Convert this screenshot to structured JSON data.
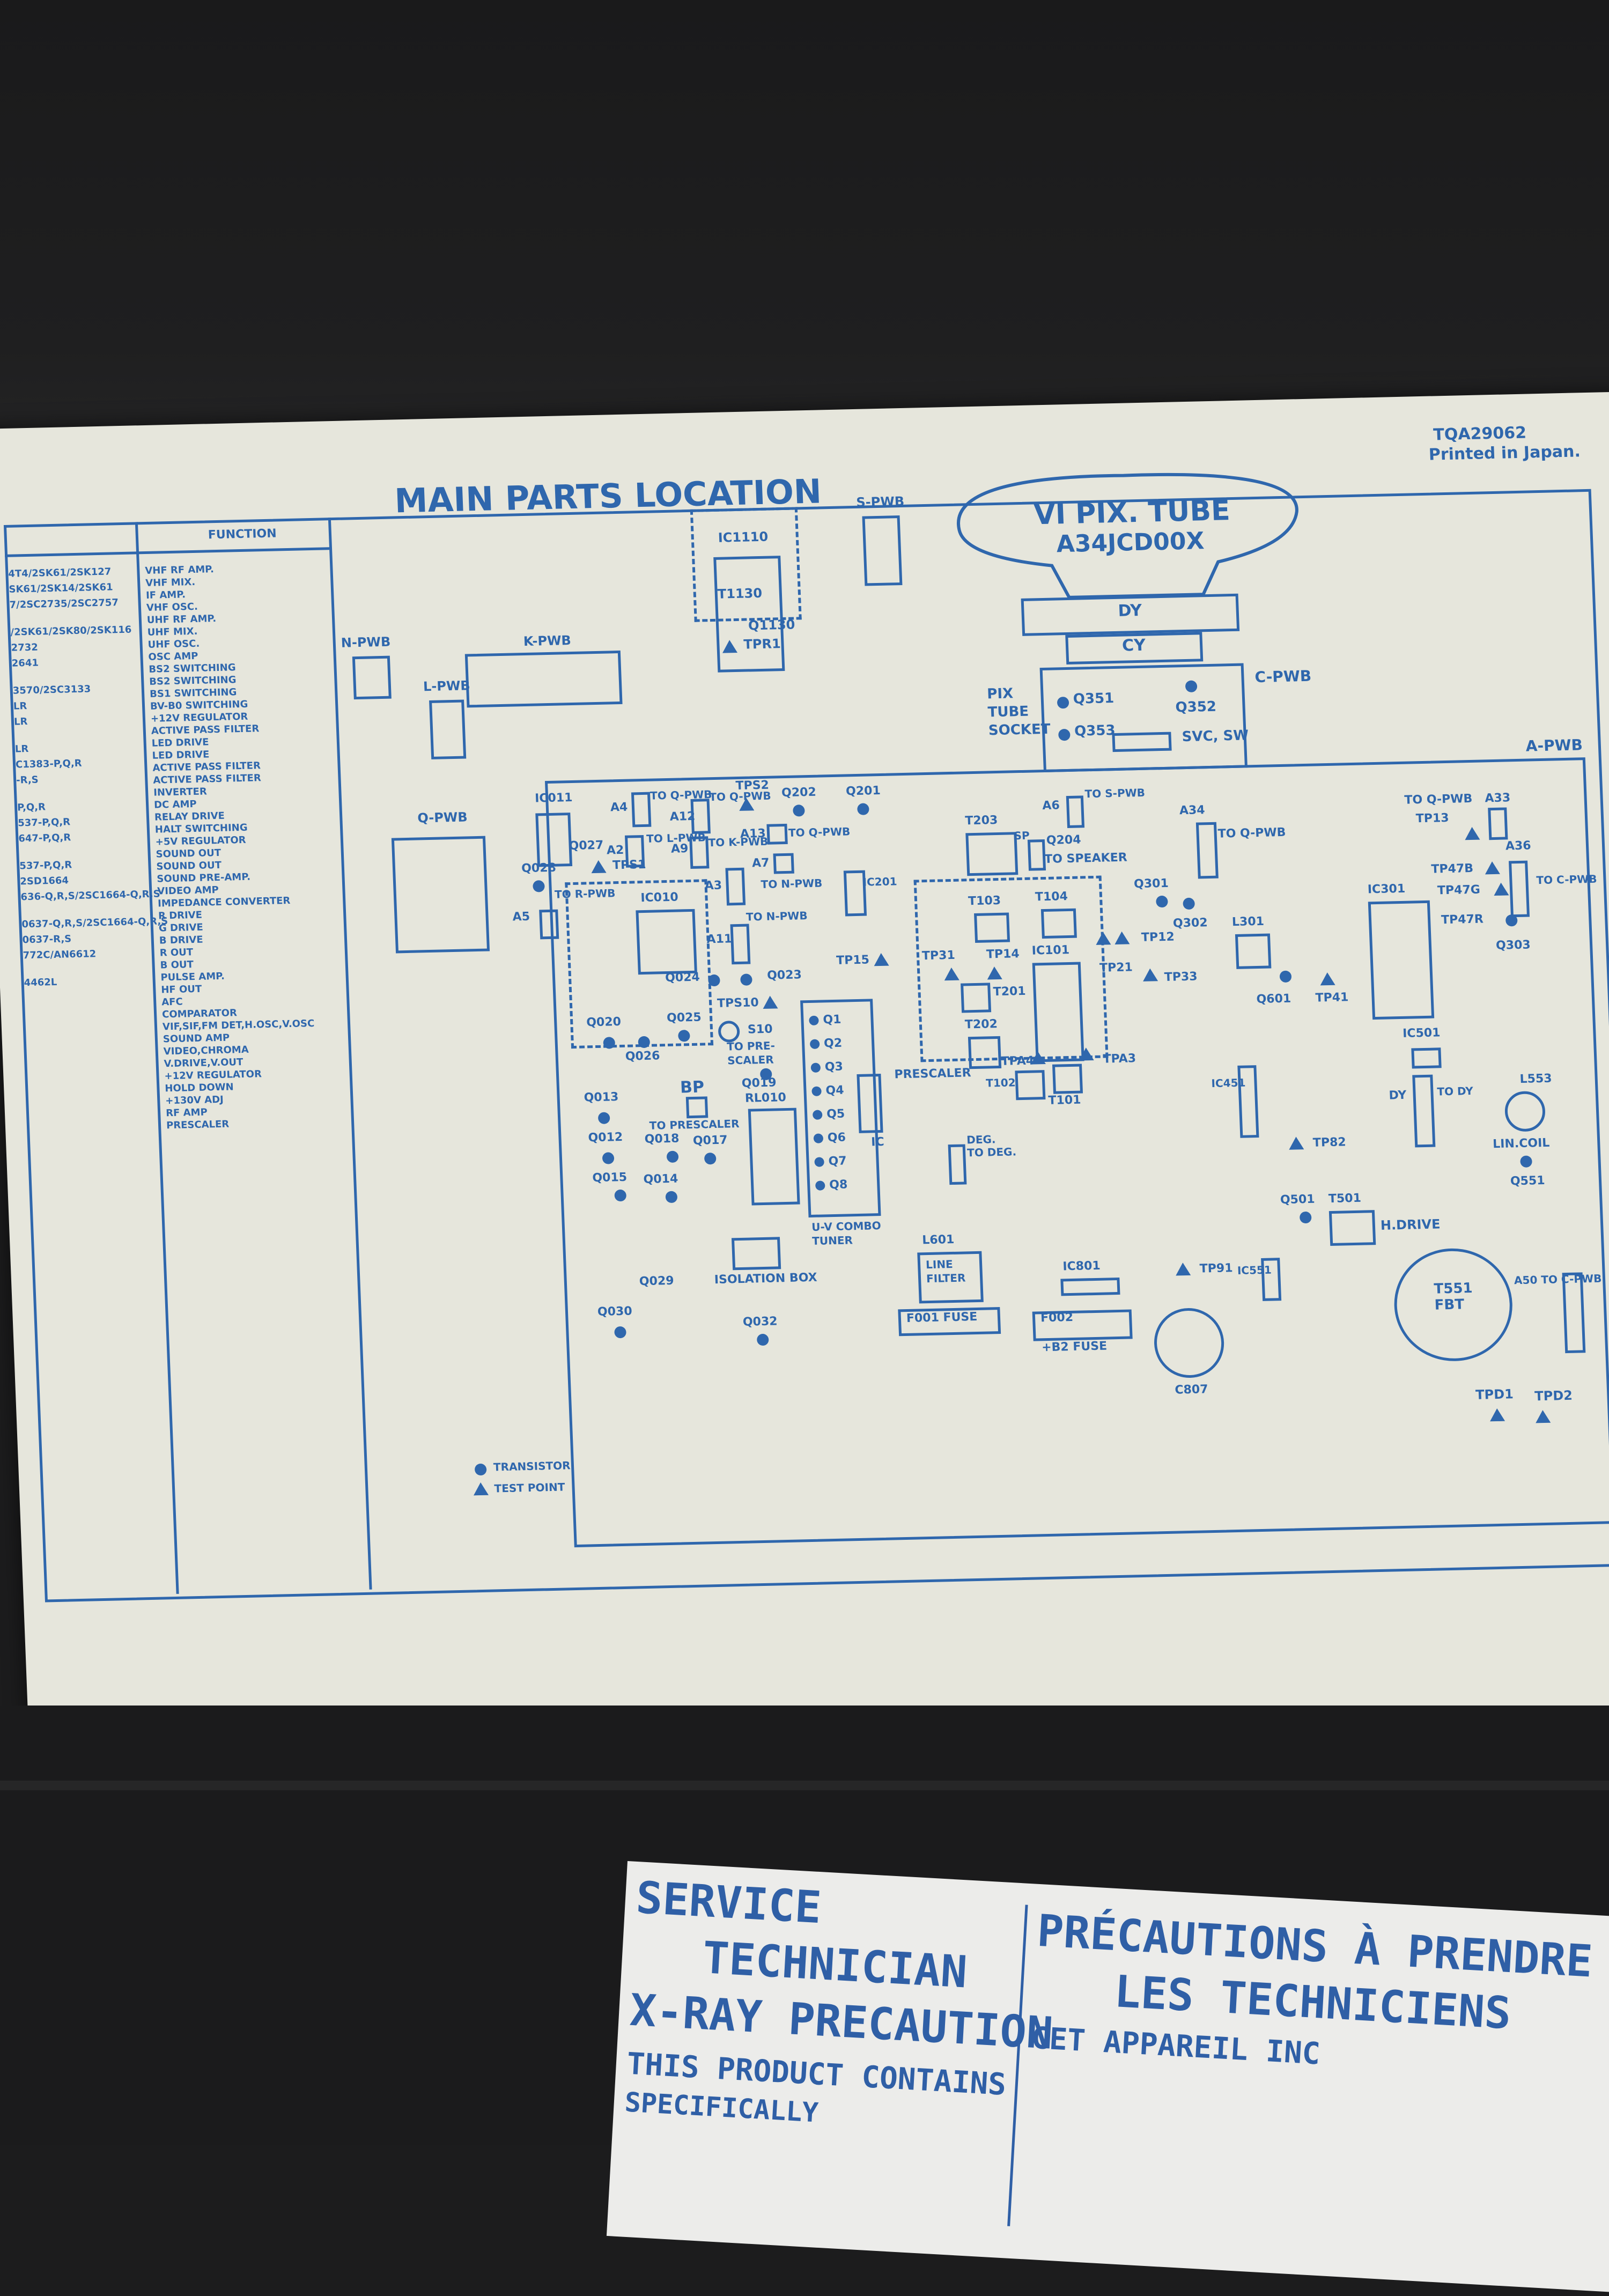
{
  "sheet": {
    "code": "TQA29062",
    "printed": "Printed in Japan.",
    "title": "MAIN PARTS LOCATION",
    "function_header": "FUNCTION",
    "left_col": [
      "4T4/2SK61/2SK127",
      "SK61/2SK14/2SK61",
      "7/2SC2735/2SC2757",
      "/2SK61/2SK80/2SK116",
      "2732",
      "2641",
      "3570/2SC3133",
      "LR",
      "LR",
      "LR",
      "C1383-P,Q,R",
      "-R,S",
      "P,Q,R",
      "537-P,Q,R",
      "647-P,Q,R",
      "537-P,Q,R",
      "2SD1664",
      "636-Q,R,S/2SC1664-Q,R,S",
      "0637-Q,R,S/2SC1664-Q,R,S",
      "0637-R,S",
      "772C/AN6612",
      "4462L"
    ],
    "function_col": [
      "VHF RF AMP.",
      "VHF MIX.",
      "IF AMP.",
      "VHF OSC.",
      "UHF RF AMP.",
      "UHF MIX.",
      "UHF OSC.",
      "OSC AMP",
      "BS2 SWITCHING",
      "BS2 SWITCHING",
      "BS1 SWITCHING",
      "BV-B0 SWITCHING",
      "+12V REGULATOR",
      "ACTIVE PASS FILTER",
      "LED DRIVE",
      "LED DRIVE",
      "ACTIVE PASS FILTER",
      "ACTIVE PASS FILTER",
      "INVERTER",
      "DC AMP",
      "RELAY DRIVE",
      "HALT SWITCHING",
      "+5V REGULATOR",
      "SOUND OUT",
      "SOUND OUT",
      "SOUND PRE-AMP.",
      "VIDEO AMP",
      "IMPEDANCE CONVERTER",
      "R DRIVE",
      "G DRIVE",
      "B DRIVE",
      "R OUT",
      "B OUT",
      "PULSE AMP.",
      "HF OUT",
      "AFC",
      "COMPARATOR",
      "VIF,SIF,FM DET,H.OSC,V.OSC",
      "SOUND AMP",
      "VIDEO,CHROMA",
      "V.DRIVE,V.OUT",
      "+12V REGULATOR",
      "HOLD DOWN",
      "+130V ADJ",
      "RF AMP",
      "PRESCALER"
    ],
    "legend": {
      "transistor": "TRANSISTOR",
      "test_point": "TEST POINT"
    },
    "pix_tube": {
      "line1": "VI PIX. TUBE",
      "line2": "A34JCD00X"
    },
    "labels": {
      "s_pwb": "S-PWB",
      "n_pwb": "N-PWB",
      "k_pwb": "K-PWB",
      "l_pwb": "L-PWB",
      "q_pwb": "Q-PWB",
      "c_pwb": "C-PWB",
      "a_pwb": "A-PWB",
      "dy": "DY",
      "cy": "CY",
      "pix_socket": "PIX\nTUBE\nSOCKET",
      "q351": "Q351",
      "q352": "Q352",
      "q353": "Q353",
      "svc": "SVC, SW",
      "ic1110": "IC1110",
      "t1130": "T1130",
      "q1130": "Q1130",
      "tpr1": "TPR1",
      "ic011": "IC011",
      "ic010": "IC010",
      "tps1": "TPS1",
      "tps2": "TPS2",
      "q202": "Q202",
      "q201": "Q201",
      "a4": "A4",
      "a12": "A12",
      "a2": "A2",
      "a9": "A9",
      "a3": "A3",
      "a11": "A11",
      "a5": "A5",
      "a6": "A6",
      "a7": "A7",
      "a13": "A13",
      "to_q_pwb": "TO Q-PWB",
      "to_l_pwb": "TO L-PWB",
      "to_k_pwb": "TO K-PWB",
      "to_n_pwb": "TO N-PWB",
      "to_r_pwb": "TO R-PWB",
      "to_s_pwb": "TO S-PWB",
      "to_c_pwb": "TO C-PWB",
      "to_speaker": "TO SPEAKER",
      "sp": "SP",
      "q027": "Q027",
      "q028": "Q028",
      "q024": "Q024",
      "q023": "Q023",
      "q020": "Q020",
      "q025": "Q025",
      "q026": "Q026",
      "tps10": "TPS10",
      "s10": "S10",
      "to_prescaler": "TO PRE-\nSCALER",
      "q019": "Q019",
      "rl010": "RL010",
      "q013": "Q013",
      "q012": "Q012",
      "q018": "Q018",
      "q017": "Q017",
      "q015": "Q015",
      "q014": "Q014",
      "q029": "Q029",
      "q030": "Q030",
      "q032": "Q032",
      "bp": "BP",
      "to_prescaler2": "TO PRESCALER",
      "isolation_box": "ISOLATION BOX",
      "uv_tuner": "U-V COMBO\nTUNER",
      "prescaler": "PRESCALER",
      "ic": "IC",
      "q_list": [
        "Q1",
        "Q2",
        "Q3",
        "Q4",
        "Q5",
        "Q6",
        "Q7",
        "Q8"
      ],
      "ic201": "IC201",
      "tp15": "TP15",
      "t203": "T203",
      "q204": "Q204",
      "t103": "T103",
      "t104": "T104",
      "tp31": "TP31",
      "tp14": "TP14",
      "ic101": "IC101",
      "t201": "T201",
      "t202": "T202",
      "tpa4": "TPA4",
      "tpa3": "TPA3",
      "t102": "T102",
      "t101": "T101",
      "tp12": "TP12",
      "tp21": "TP21",
      "tp33": "TP33",
      "deg": "DEG.\nTO DEG.",
      "l601": "L601",
      "line_filter": "LINE\nFILTER",
      "f001": "F001 FUSE",
      "ic801": "IC801",
      "f002": "F002",
      "b2_fuse": "+B2 FUSE",
      "c807": "C807",
      "tp91": "TP91",
      "ic551": "IC551",
      "a34": "A34",
      "q301": "Q301",
      "q302": "Q302",
      "l301": "L301",
      "q601": "Q601",
      "tp41": "TP41",
      "ic301": "IC301",
      "to_q_pwb2": "TO Q-PWB",
      "a33": "A33",
      "tp13": "TP13",
      "a36": "A36",
      "tp47b": "TP47B",
      "tp47g": "TP47G",
      "tp47r": "TP47R",
      "q303": "Q303",
      "ic501": "IC501",
      "ic451": "IC451",
      "dy2": "DY",
      "to_dy": "TO DY",
      "l553": "L553",
      "lin_coil": "LIN.COIL",
      "q551": "Q551",
      "tp82": "TP82",
      "q501": "Q501",
      "t501": "T501",
      "h_drive": "H.DRIVE",
      "t551": "T551\nFBT",
      "a50": "A50  TO C-PWB",
      "tpd1": "TPD1",
      "tpd2": "TPD2"
    }
  },
  "warning": {
    "left_1": "SERVICE",
    "left_2": "TECHNICIAN",
    "left_3": "X-RAY PRECAUTION",
    "left_4": "THIS PRODUCT CONTAINS",
    "left_5": "SPECIFICALLY",
    "right_1": "PRÉCAUTIONS À PRENDRE P",
    "right_2": "LES TECHNICIENS",
    "right_3": "CET APPAREIL INC"
  }
}
